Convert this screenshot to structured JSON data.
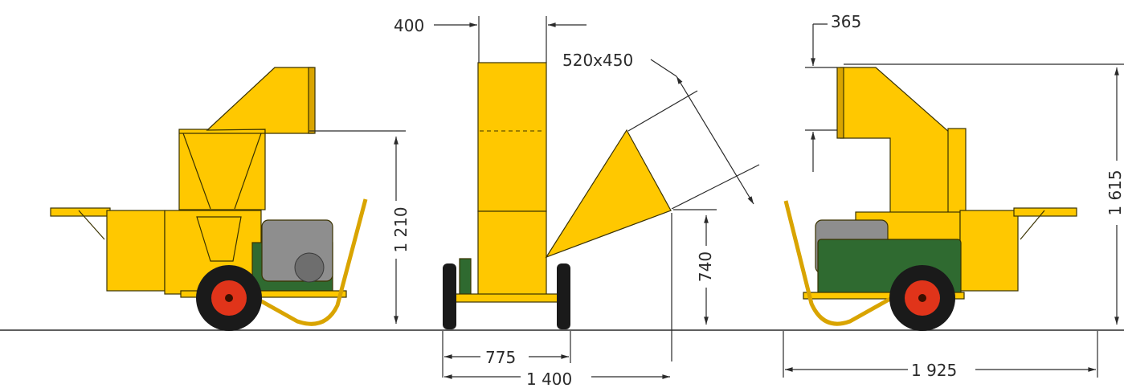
{
  "diagram": {
    "dimensions": {
      "hopper_width": "400",
      "chute_opening": "520x450",
      "height_side": "1 210",
      "discharge_height": "740",
      "track_width": "775",
      "overall_width": "1 400",
      "feed_height": "365",
      "overall_height": "1 615",
      "overall_length": "1 925"
    },
    "colors": {
      "body": "#ffc800",
      "engine_cover": "#2f6a30",
      "engine": "#8e8e8e",
      "wheel_rim": "#e0341a",
      "tire": "#1a1a1a",
      "dimension_line": "#2a2a2a"
    }
  }
}
